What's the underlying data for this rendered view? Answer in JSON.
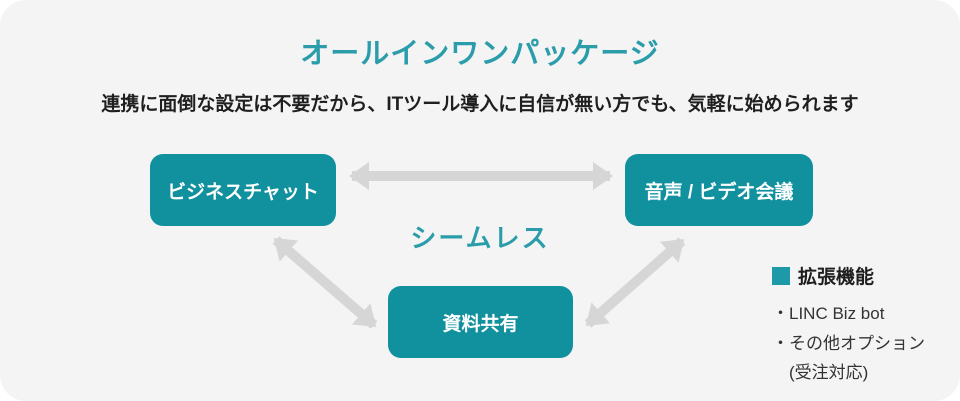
{
  "card": {
    "title": "オールインワンパッケージ",
    "subtitle": "連携に面倒な設定は不要だから、ITツール導入に自信が無い方でも、気軽に始められます"
  },
  "diagram": {
    "nodes": [
      {
        "id": "business-chat",
        "label": "ビジネスチャット"
      },
      {
        "id": "voice-video-meeting",
        "label": "音声 / ビデオ会議"
      },
      {
        "id": "file-sharing",
        "label": "資料共有"
      }
    ],
    "connections": [
      "business-chat <-> voice-video-meeting",
      "business-chat <-> file-sharing",
      "file-sharing <-> voice-video-meeting"
    ],
    "center_label": "シームレス"
  },
  "extensions": {
    "heading": "拡張機能",
    "items": [
      "・LINC Biz bot",
      "・その他オプション"
    ],
    "note": "(受注対応)"
  },
  "colors": {
    "accent_teal": "#2b9daa",
    "node_teal": "#11909e",
    "square_teal": "#1e99a7",
    "arrow_gray": "#d6d6d6",
    "text_dark": "#1f1f1f",
    "card_bg": "#f4f4f5",
    "page_bg": "#ffffff"
  }
}
